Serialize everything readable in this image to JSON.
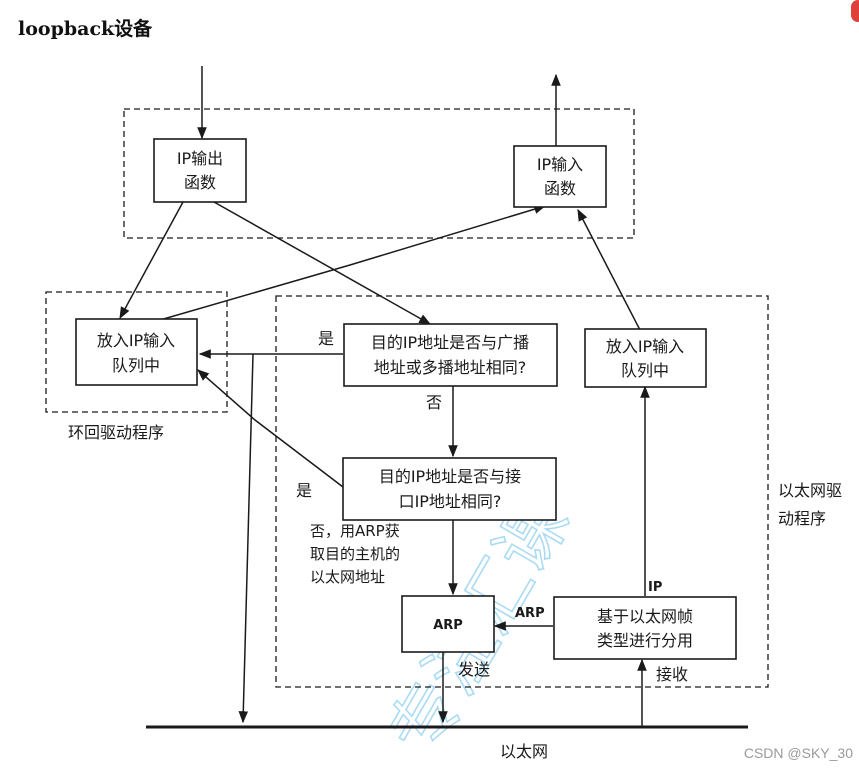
{
  "title": "loopback设备",
  "boxes": {
    "ip_output": [
      "IP输出",
      "函数"
    ],
    "ip_input": [
      "IP输入",
      "函数"
    ],
    "loop_queue": [
      "放入IP输入",
      "队列中"
    ],
    "check_broadcast": [
      "目的IP地址是否与广播",
      "地址或多播地址相同?"
    ],
    "eth_queue": [
      "放入IP输入",
      "队列中"
    ],
    "check_interface": [
      "目的IP地址是否与接",
      "口IP地址相同?"
    ],
    "arp": "ARP",
    "demux": [
      "基于以太网帧",
      "类型进行分用"
    ]
  },
  "regions": {
    "loopback_driver": "环回驱动程序",
    "ethernet_driver": [
      "以太网驱",
      "动程序"
    ]
  },
  "labels": {
    "yes_top": "是",
    "no_mid": "否",
    "yes_bottom": "是",
    "no_arp": [
      "否，用ARP获",
      "取目的主机的",
      "以太网地址"
    ],
    "arp_edge": "ARP",
    "ip_edge": "IP",
    "send": "发送",
    "receive": "接收",
    "ethernet": "以太网"
  },
  "watermark": "专注汇课",
  "credit": "CSDN @SKY_30"
}
